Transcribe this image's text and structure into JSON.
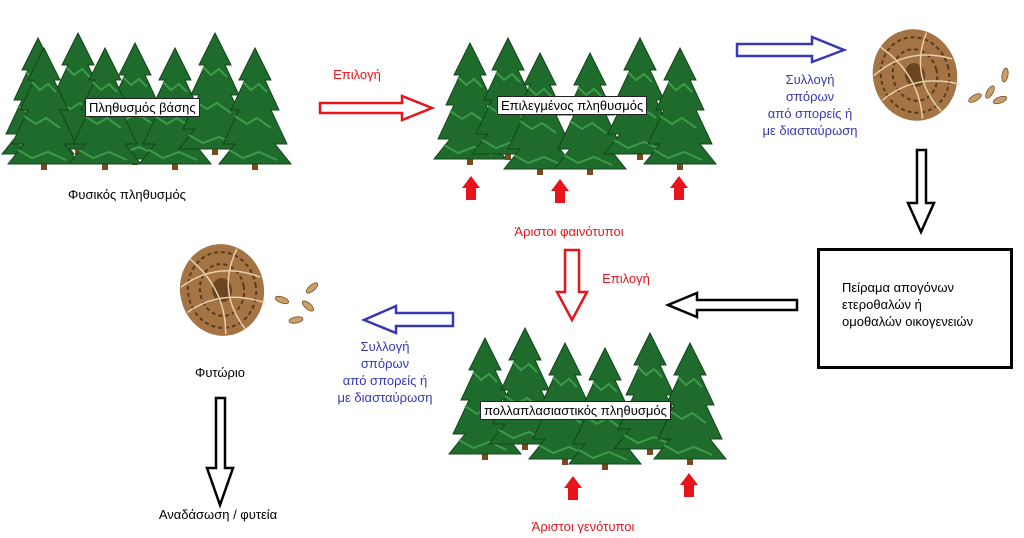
{
  "nodes": {
    "base_population": "Πληθυσμός βάσης",
    "natural_population": "Φυσικός πληθυσμός",
    "selected_population": "Επιλεγμένος πληθυσμός",
    "best_phenotypes": "Άριστοι φαινότυποι",
    "multiplication_population": "πολλαπλασιαστικός πληθυσμός",
    "best_genotypes": "Άριστοι γενότυποι",
    "nursery": "Φυτώριο",
    "reforestation": "Αναδάσωση / φυτεία",
    "progeny_trial": [
      "Πείραμα απογόνων",
      "ετεροθαλών ή",
      "ομοθαλών οικογενειών"
    ]
  },
  "edges": {
    "selection_1": "Επιλογή",
    "selection_2": "Επιλογή",
    "seed_collection_1": [
      "Συλλογή",
      "σπόρων",
      "από σπορείς ή",
      "με διασταύρωση"
    ],
    "seed_collection_2": [
      "Συλλογή",
      "σπόρων",
      "από σπορείς ή",
      "με διασταύρωση"
    ]
  },
  "colors": {
    "selection_arrow": "#e8141c",
    "collection_arrow": "#3838b4",
    "flow_arrow": "#000000",
    "tree_foliage": "#1f6b2c",
    "tree_trunk": "#7a4a1e",
    "cone": "#8a5a2e"
  }
}
